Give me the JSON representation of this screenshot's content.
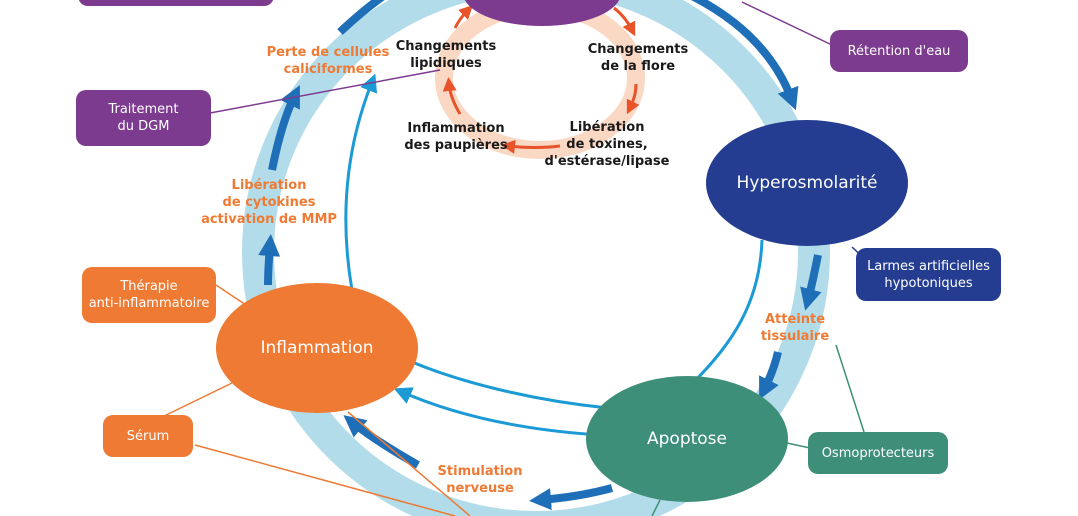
{
  "nodes": {
    "hyperosmolarite": "Hyperosmolarité",
    "inflammation": "Inflammation",
    "apoptose": "Apoptose"
  },
  "treatments": {
    "retention_eau": "Rétention d'eau",
    "traitement_dgm": "Traitement\ndu DGM",
    "larmes_artificielles": "Larmes artificielles\nhypotoniques",
    "therapie_anti_inflammatoire": "Thérapie\nanti-inflammatoire",
    "serum": "Sérum",
    "osmoprotecteurs": "Osmoprotecteurs"
  },
  "outer_cycle_labels": {
    "perte_cellules": "Perte de cellules\ncaliciformes",
    "liberation_cytokines": "Libération\nde cytokines\nactivation de MMP",
    "atteinte_tissulaire": "Atteinte\ntissulaire",
    "stimulation_nerveuse": "Stimulation\nnerveuse"
  },
  "inner_cycle_labels": {
    "changements_lipidiques": "Changements\nlipidiques",
    "changements_flore": "Changements\nde la flore",
    "liberation_toxines": "Libération\nde toxines,\nd'estérase/lipase",
    "inflammation_paupieres": "Inflammation\ndes paupières"
  },
  "colors": {
    "ring_light_blue": "#b3dcea",
    "arrow_dark_blue": "#1f6fb8",
    "arrow_mid_blue": "#1b9ad6",
    "inner_ring_peach": "#fbd8c4",
    "inner_arrow_red": "#e8532a",
    "purple": "#7c3b8f",
    "navy": "#243d91",
    "orange": "#ee7a33",
    "teal": "#3e8f7a"
  }
}
